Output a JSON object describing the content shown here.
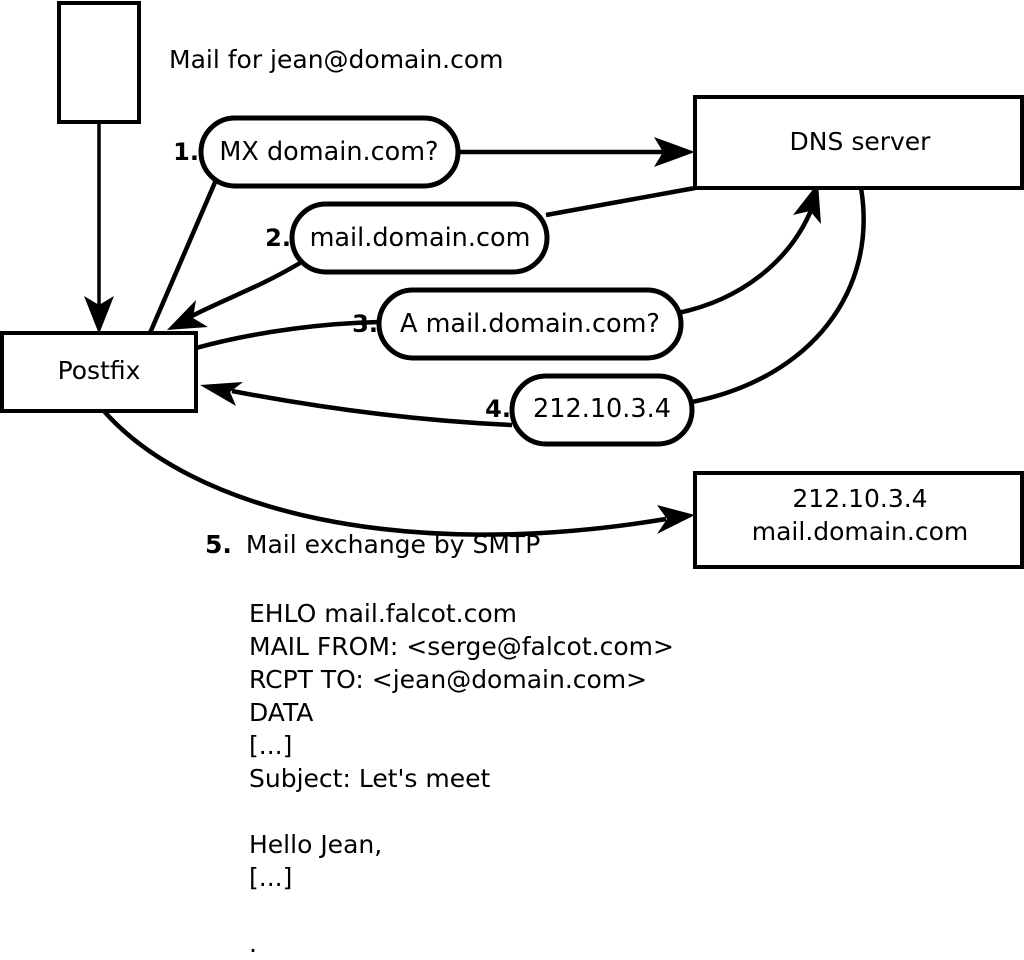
{
  "diagram": {
    "title_caption": "Mail for jean@domain.com",
    "nodes": [
      {
        "id": "source",
        "label": "",
        "name": "source-host-box"
      },
      {
        "id": "postfix",
        "label": "Postfix",
        "name": "postfix-box"
      },
      {
        "id": "dns",
        "label": "DNS server",
        "name": "dns-server-box"
      },
      {
        "id": "mailserver",
        "label_line1": "212.10.3.4",
        "label_line2": "mail.domain.com",
        "name": "destination-mail-server-box"
      }
    ],
    "steps": [
      {
        "num": "1.",
        "label": "MX domain.com?"
      },
      {
        "num": "2.",
        "label": "mail.domain.com"
      },
      {
        "num": "3.",
        "label": "A mail.domain.com?"
      },
      {
        "num": "4.",
        "label": "212.10.3.4"
      }
    ],
    "smtp_step": {
      "num": "5.",
      "label": "Mail exchange by SMTP"
    },
    "transcript": [
      "EHLO mail.falcot.com",
      "MAIL FROM: <serge@falcot.com>",
      "RCPT TO: <jean@domain.com>",
      "DATA",
      "[...]",
      "Subject: Let's meet",
      "",
      "Hello Jean,",
      "[...]",
      "",
      "."
    ],
    "colors": {
      "stroke": "#000000",
      "fill": "#ffffff",
      "text": "#000000"
    }
  }
}
